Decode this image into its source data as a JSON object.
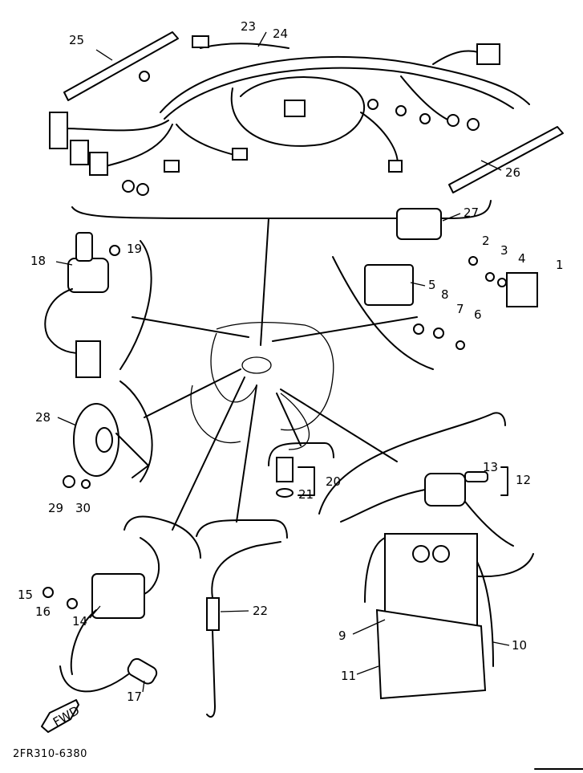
{
  "diagram": {
    "drawing_code": "2FR310-6380",
    "direction_arrow": "FWD",
    "callouts": {
      "c1": "1",
      "c2": "2",
      "c3": "3",
      "c4": "4",
      "c5": "5",
      "c6": "6",
      "c7": "7",
      "c8": "8",
      "c9": "9",
      "c10": "10",
      "c11": "11",
      "c12": "12",
      "c13": "13",
      "c14": "14",
      "c15": "15",
      "c16": "16",
      "c17": "17",
      "c18": "18",
      "c19": "19",
      "c20": "20",
      "c21": "21",
      "c22": "22",
      "c23": "23",
      "c24": "24",
      "c25": "25",
      "c26": "26",
      "c27": "27",
      "c28": "28",
      "c29": "29",
      "c30": "30"
    }
  }
}
